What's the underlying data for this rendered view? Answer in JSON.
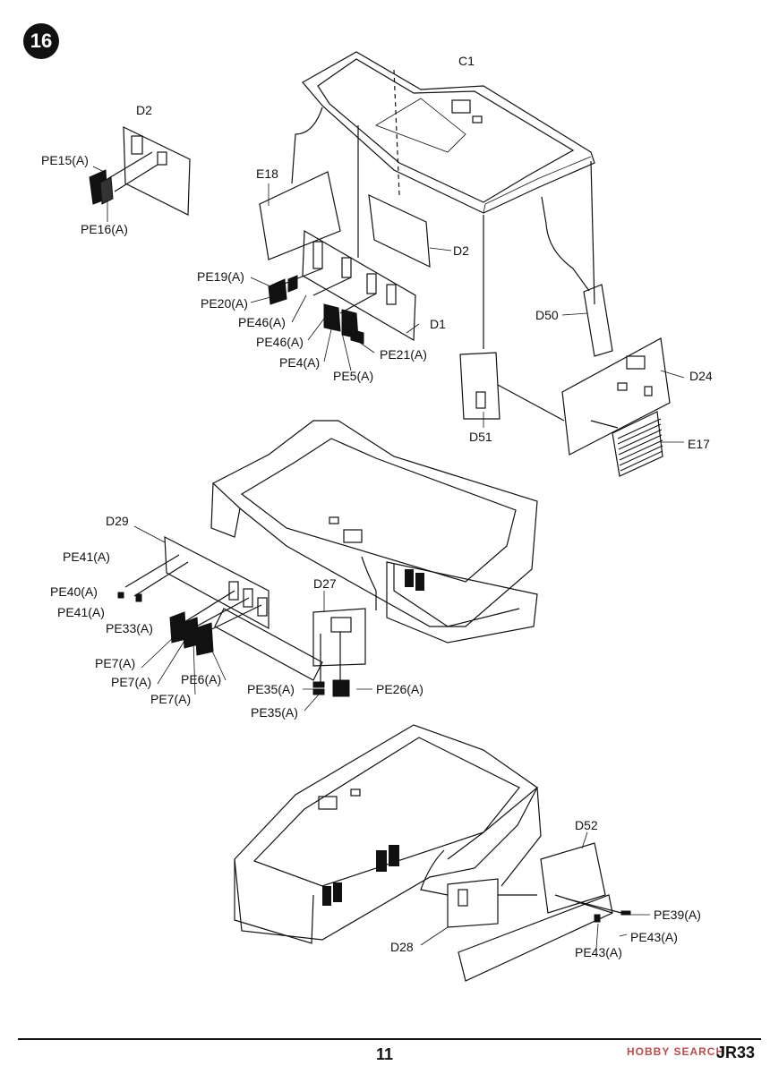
{
  "step": {
    "number": "16"
  },
  "labels": {
    "c1": "C1",
    "d2_top": "D2",
    "pe15": "PE15(A)",
    "pe16": "PE16(A)",
    "e18": "E18",
    "d2_mid": "D2",
    "pe19": "PE19(A)",
    "pe20": "PE20(A)",
    "pe46_a": "PE46(A)",
    "pe46_b": "PE46(A)",
    "d1": "D1",
    "pe4": "PE4(A)",
    "pe21": "PE21(A)",
    "pe5": "PE5(A)",
    "d50": "D50",
    "d24": "D24",
    "d51": "D51",
    "e17": "E17",
    "d29": "D29",
    "pe41_a": "PE41(A)",
    "pe40": "PE40(A)",
    "pe41_b": "PE41(A)",
    "pe33": "PE33(A)",
    "pe7_a": "PE7(A)",
    "pe7_b": "PE7(A)",
    "pe7_c": "PE7(A)",
    "pe6": "PE6(A)",
    "d27": "D27",
    "pe35_a": "PE35(A)",
    "pe35_b": "PE35(A)",
    "pe26": "PE26(A)",
    "d52": "D52",
    "pe39": "PE39(A)",
    "pe43_a": "PE43(A)",
    "pe43_b": "PE43(A)",
    "d28": "D28"
  },
  "footer": {
    "page_number": "11",
    "kit_code": "JR33",
    "watermark": "HOBBY SEARCH"
  }
}
